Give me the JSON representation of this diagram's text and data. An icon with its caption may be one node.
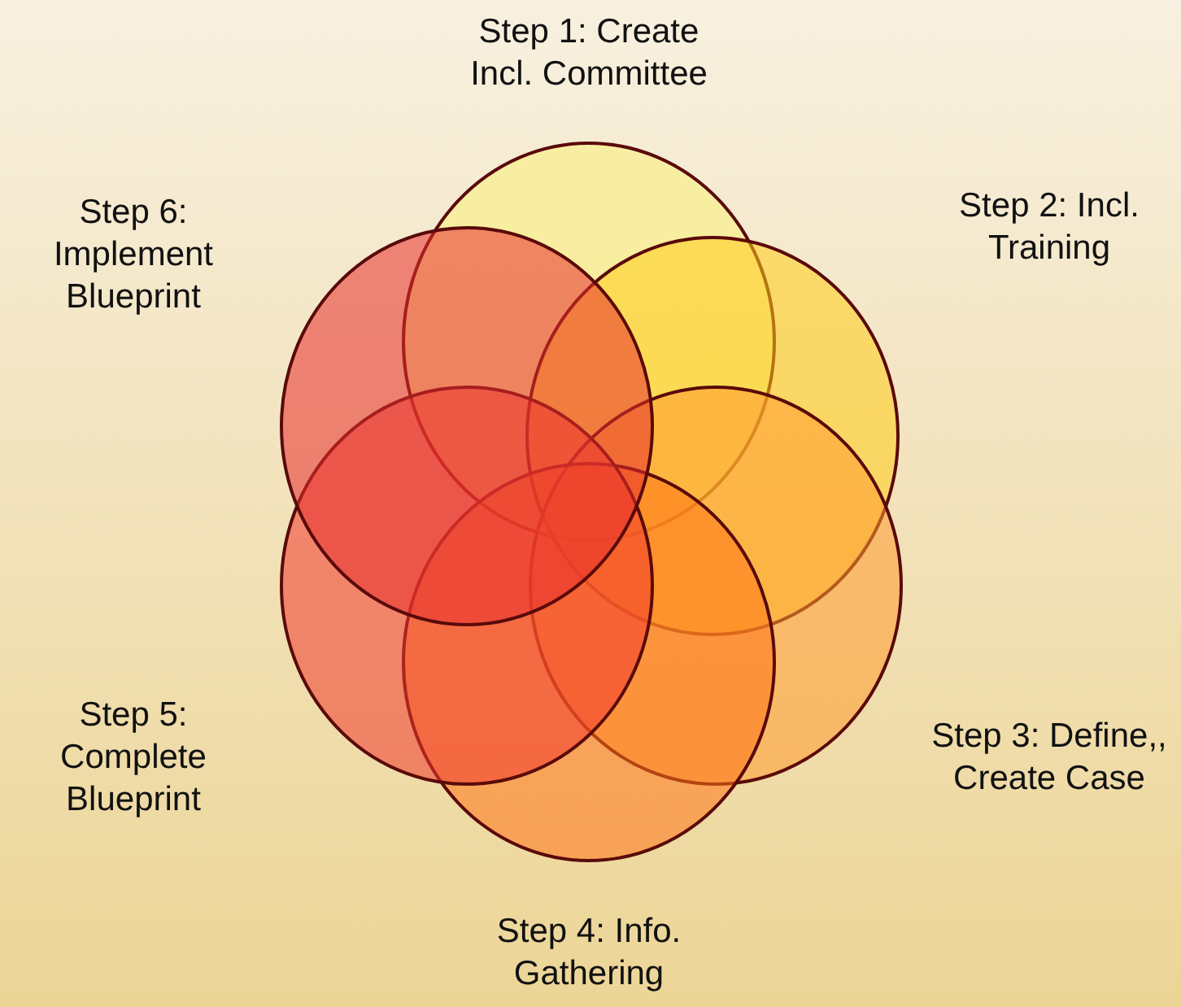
{
  "diagram": {
    "nodes": [
      {
        "text": [],
        "shape": "circle",
        "beside": [
          "Step 1: Create Incl. Committee"
        ]
      },
      {
        "text": [],
        "shape": "circle",
        "beside": [
          "Step 2: Incl. Training"
        ]
      },
      {
        "text": [],
        "shape": "circle",
        "beside": [
          "Step 3: Define,, Create Case"
        ]
      },
      {
        "text": [],
        "shape": "circle",
        "beside": [
          "Step 4: Info. Gathering"
        ]
      },
      {
        "text": [],
        "shape": "circle",
        "beside": [
          "Step 5: Complete Blueprint"
        ]
      },
      {
        "text": [],
        "shape": "circle",
        "beside": [
          "Step 6: Implement Blueprint"
        ]
      }
    ]
  }
}
